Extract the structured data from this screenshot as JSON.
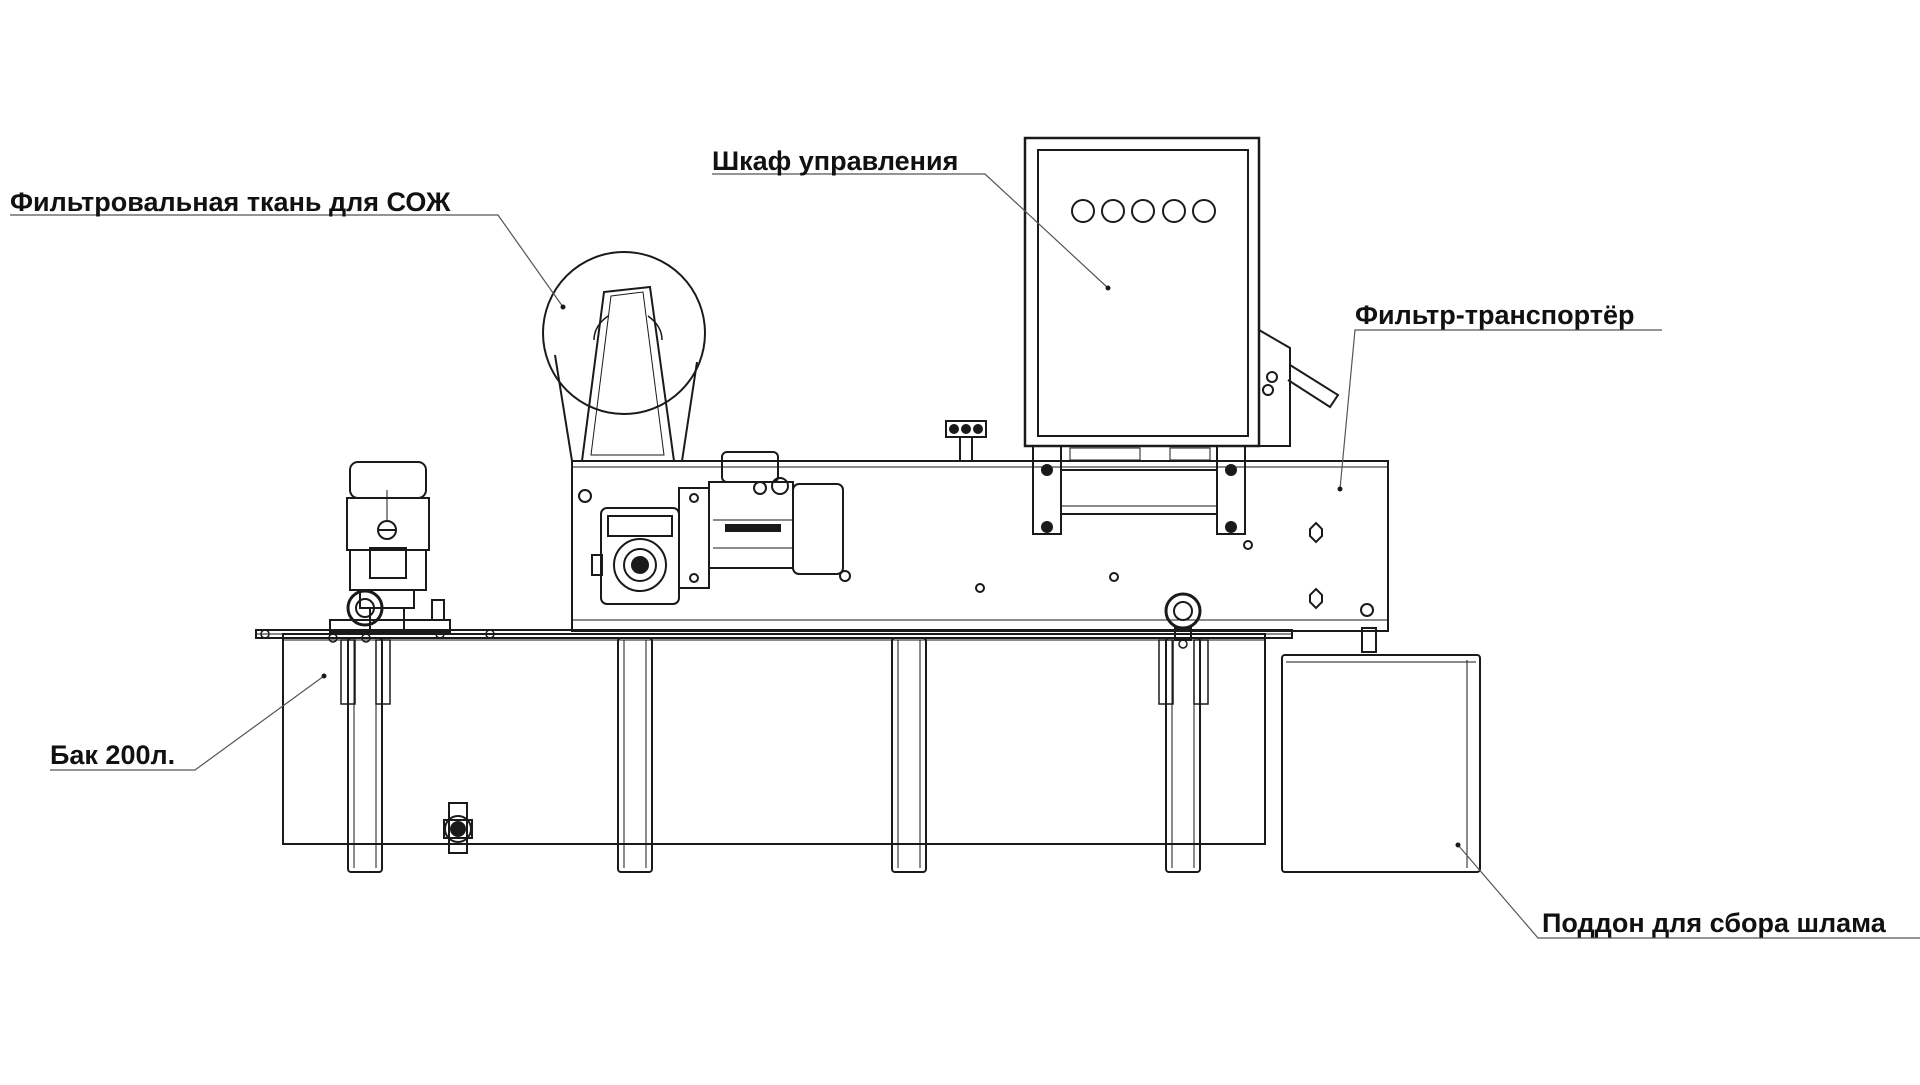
{
  "diagram": {
    "callouts": {
      "filter_cloth": "Фильтровальная ткань для СОЖ",
      "control_cabinet": "Шкаф управления",
      "filter_conveyor": "Фильтр-транспортёр",
      "tank": "Бак 200л.",
      "sludge_tray": "Поддон для сбора шлама"
    }
  },
  "colors": {
    "line": "#1a1a1a",
    "leader": "#555555",
    "background": "#ffffff"
  }
}
